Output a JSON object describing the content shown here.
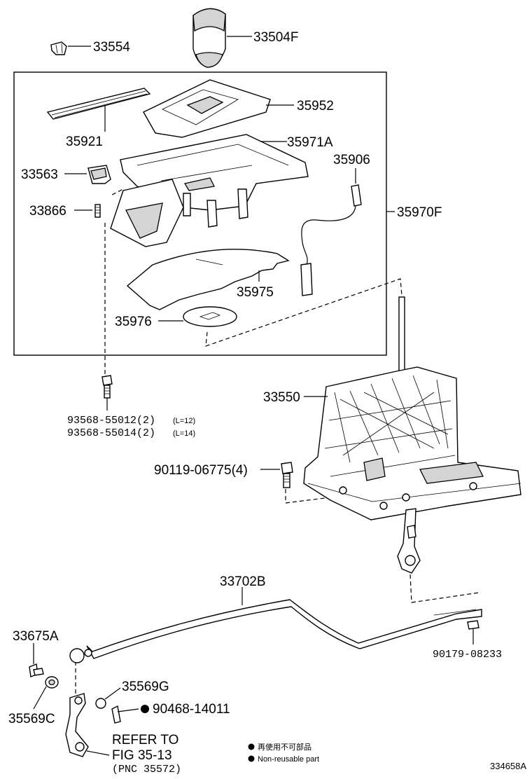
{
  "parts": {
    "p33554": "33554",
    "p33504F": "33504F",
    "p35952": "35952",
    "p35921": "35921",
    "p35971A": "35971A",
    "p35906": "35906",
    "p33563": "33563",
    "p33866": "33866",
    "p35970F": "35970F",
    "p35975": "35975",
    "p35976": "35976",
    "p33550": "33550",
    "p93568a": "93568-55012(2)",
    "p93568a_len": "(L=12)",
    "p93568b": "93568-55014(2)",
    "p93568b_len": "(L=14)",
    "p90119": "90119-06775(4)",
    "p33702B": "33702B",
    "p33675A": "33675A",
    "p90179": "90179-08233",
    "p35569C": "35569C",
    "p35569G": "35569G",
    "p90468": "90468-14011"
  },
  "refer": {
    "line1": "REFER TO",
    "line2": "FIG 35-13",
    "line3": "(PNC 35572)"
  },
  "legend": {
    "line_jp": "再使用不可部品",
    "line_en": "Non-reusable part"
  },
  "figure_id": "334658A"
}
